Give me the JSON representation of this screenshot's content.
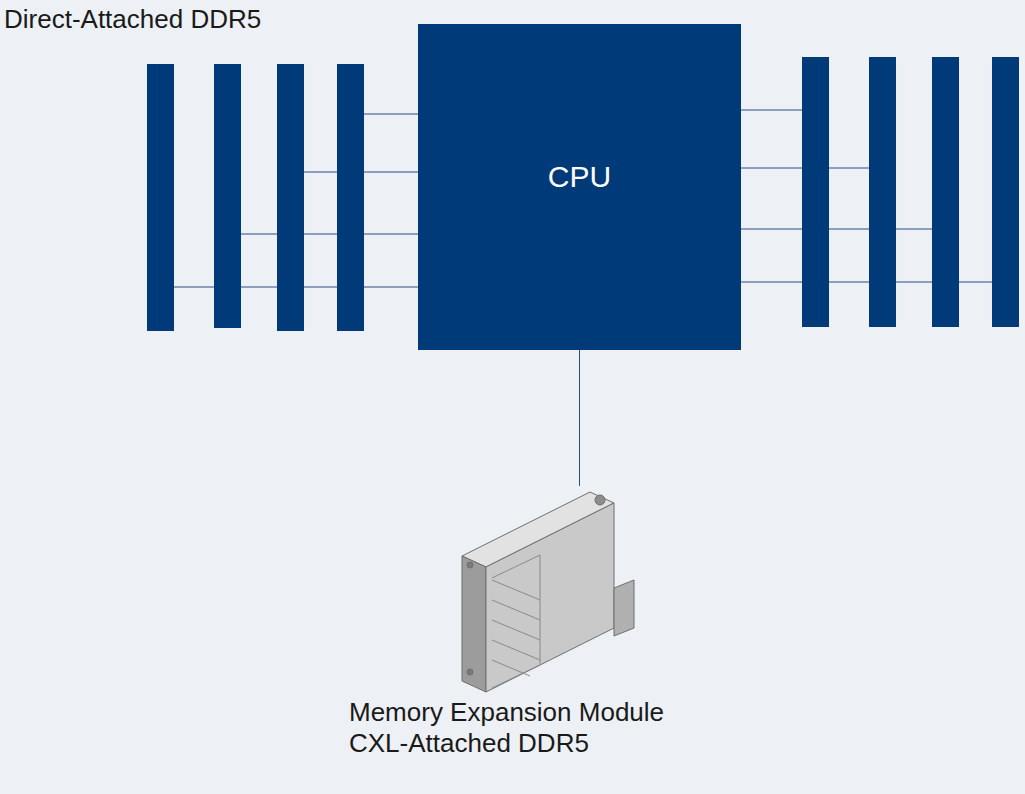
{
  "diagram": {
    "nodes": [
      {
        "text": [
          "CPU"
        ]
      },
      {
        "text": [
          "Memory Expansion Module",
          "CXL-Attached DDR5"
        ]
      }
    ],
    "edges": [
      {
        "from": 0,
        "to": 1,
        "arrow": "none"
      }
    ],
    "labels": [
      "Direct-Attached DDR5"
    ]
  }
}
